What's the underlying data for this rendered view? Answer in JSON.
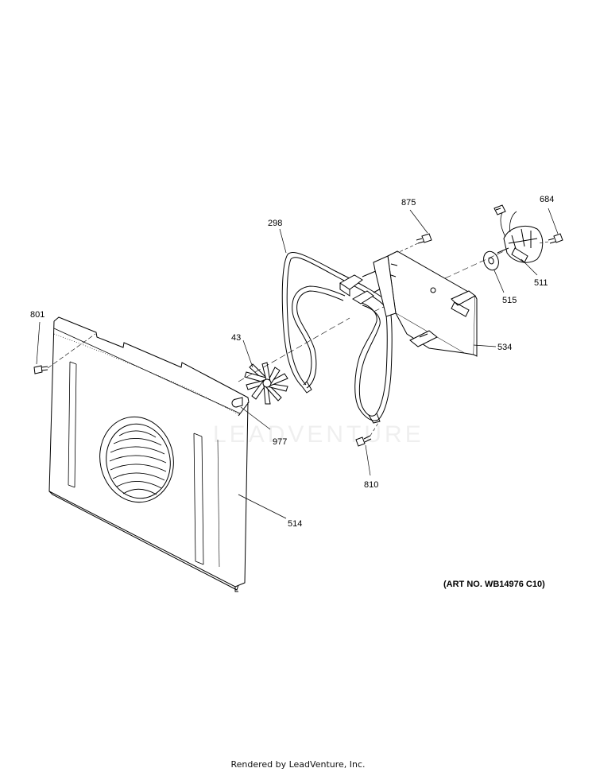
{
  "diagram": {
    "part_labels": [
      {
        "id": "298",
        "text": "298"
      },
      {
        "id": "875",
        "text": "875"
      },
      {
        "id": "684",
        "text": "684"
      },
      {
        "id": "801",
        "text": "801"
      },
      {
        "id": "43",
        "text": "43"
      },
      {
        "id": "515",
        "text": "515"
      },
      {
        "id": "511",
        "text": "511"
      },
      {
        "id": "534",
        "text": "534"
      },
      {
        "id": "977",
        "text": "977"
      },
      {
        "id": "810",
        "text": "810"
      },
      {
        "id": "514",
        "text": "514"
      }
    ],
    "art_number": "(ART NO. WB14976 C10)",
    "watermark": "LEADVENTURE"
  },
  "footer": {
    "rendered_by": "Rendered by LeadVenture, Inc."
  }
}
